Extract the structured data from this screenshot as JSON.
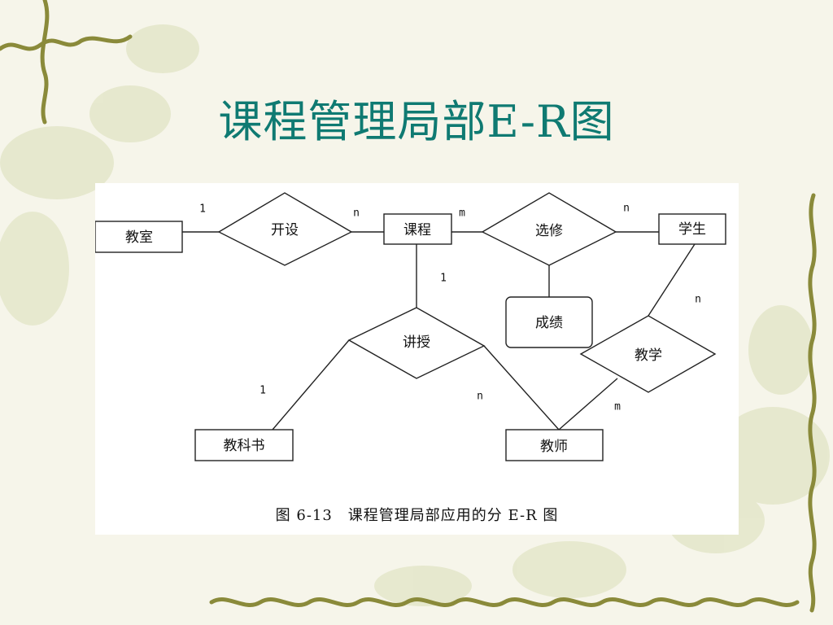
{
  "slide": {
    "title": "课程管理局部E-R图"
  },
  "diagram": {
    "caption": "图 6-13　课程管理局部应用的分 E-R 图",
    "entities": {
      "classroom": "教室",
      "course": "课程",
      "student": "学生",
      "grade": "成绩",
      "textbook": "教科书",
      "teacher": "教师"
    },
    "relationships": {
      "offer": "开设",
      "elective": "选修",
      "lecture": "讲授",
      "teach": "教学"
    },
    "cardinalities": {
      "classroom_offer": "1",
      "offer_course": "n",
      "course_elective": "m",
      "elective_student": "n",
      "course_lecture": "1",
      "student_teach": "n",
      "textbook_lecture": "1",
      "lecture_teacher": "n",
      "teach_teacher": "m"
    }
  }
}
